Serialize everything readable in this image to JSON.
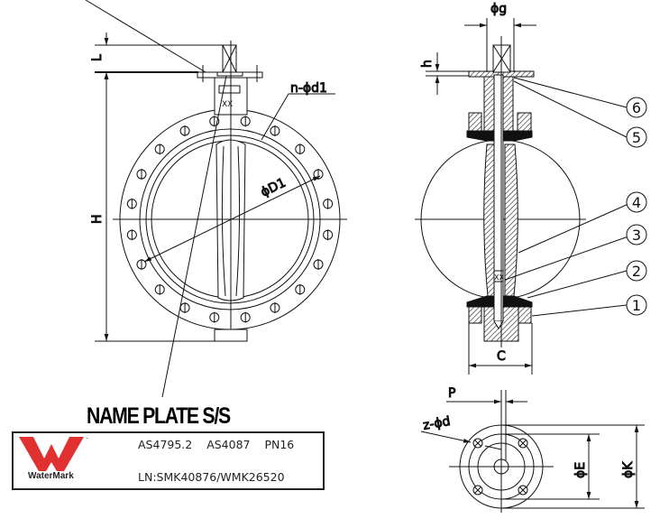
{
  "labels": {
    "L": "L",
    "H": "H",
    "n_d1": "n-ϕd1",
    "D1": "ϕD1",
    "g": "ϕg",
    "h": "h",
    "C": "C",
    "P": "P",
    "z_d": "z-ϕd",
    "E": "ϕE",
    "K": "ϕK"
  },
  "balloons": [
    "6",
    "5",
    "4",
    "3",
    "2",
    "1"
  ],
  "name_plate": {
    "title": "NAME PLATE S/S",
    "standards": "AS4795.2 AS4087 PN16",
    "license": "LN:SMK40876/WMK26520",
    "brand": "WaterMark",
    "logo_color": "#e03030"
  }
}
